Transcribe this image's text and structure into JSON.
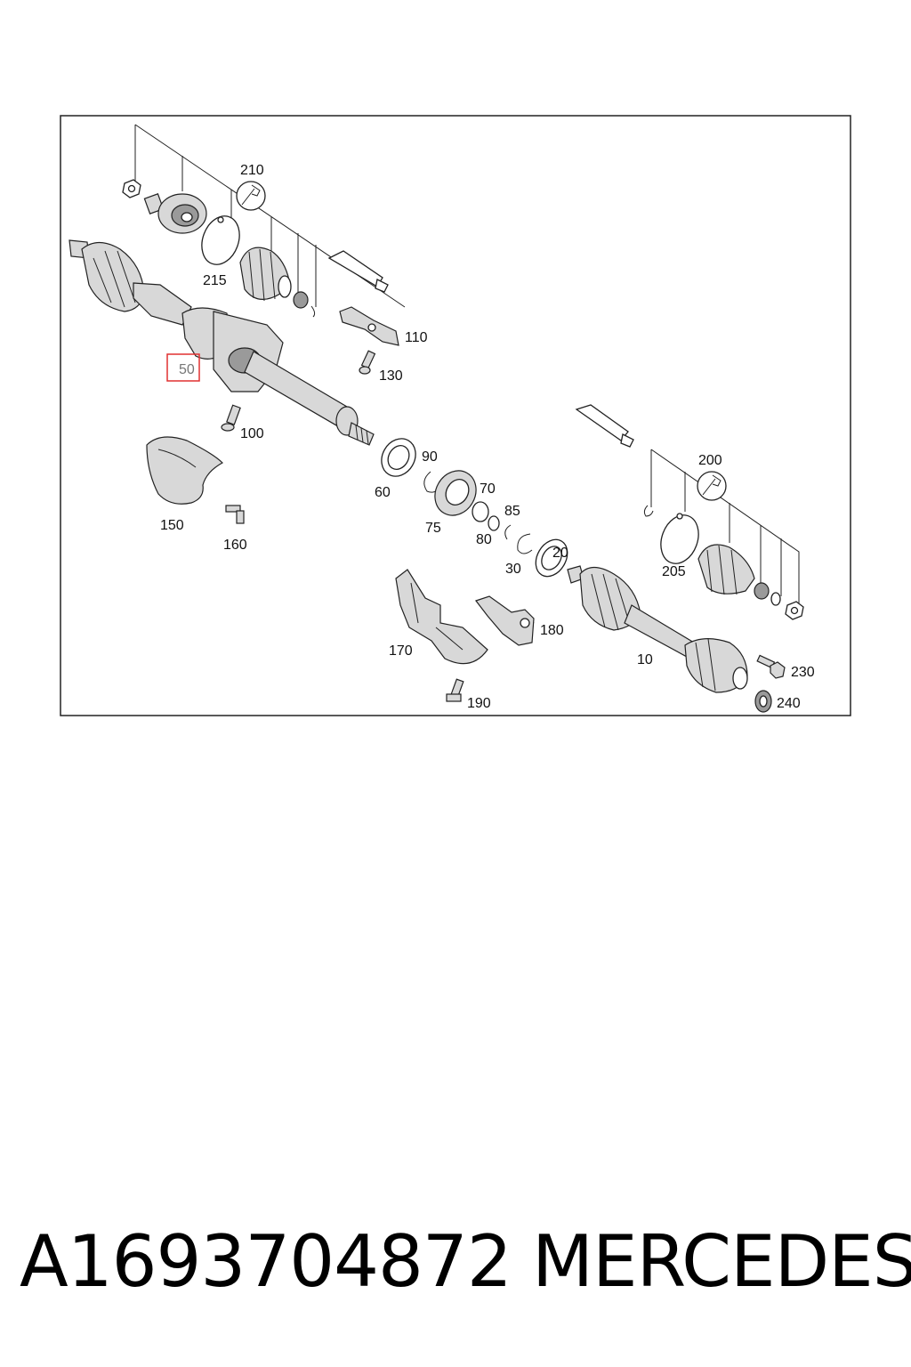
{
  "diagram": {
    "labels": {
      "p210": "210",
      "p215": "215",
      "p110": "110",
      "p50": "50",
      "p130": "130",
      "p100": "100",
      "p90": "90",
      "p60": "60",
      "p70": "70",
      "p75": "75",
      "p85": "85",
      "p80": "80",
      "p20": "20",
      "p30": "30",
      "p200": "200",
      "p205": "205",
      "p150": "150",
      "p160": "160",
      "p170": "170",
      "p180": "180",
      "p10": "10",
      "p230": "230",
      "p190": "190",
      "p240": "240"
    },
    "highlight_color": "#e03030"
  },
  "footer": {
    "part_number": "A1693704872",
    "brand": "MERCEDES"
  }
}
